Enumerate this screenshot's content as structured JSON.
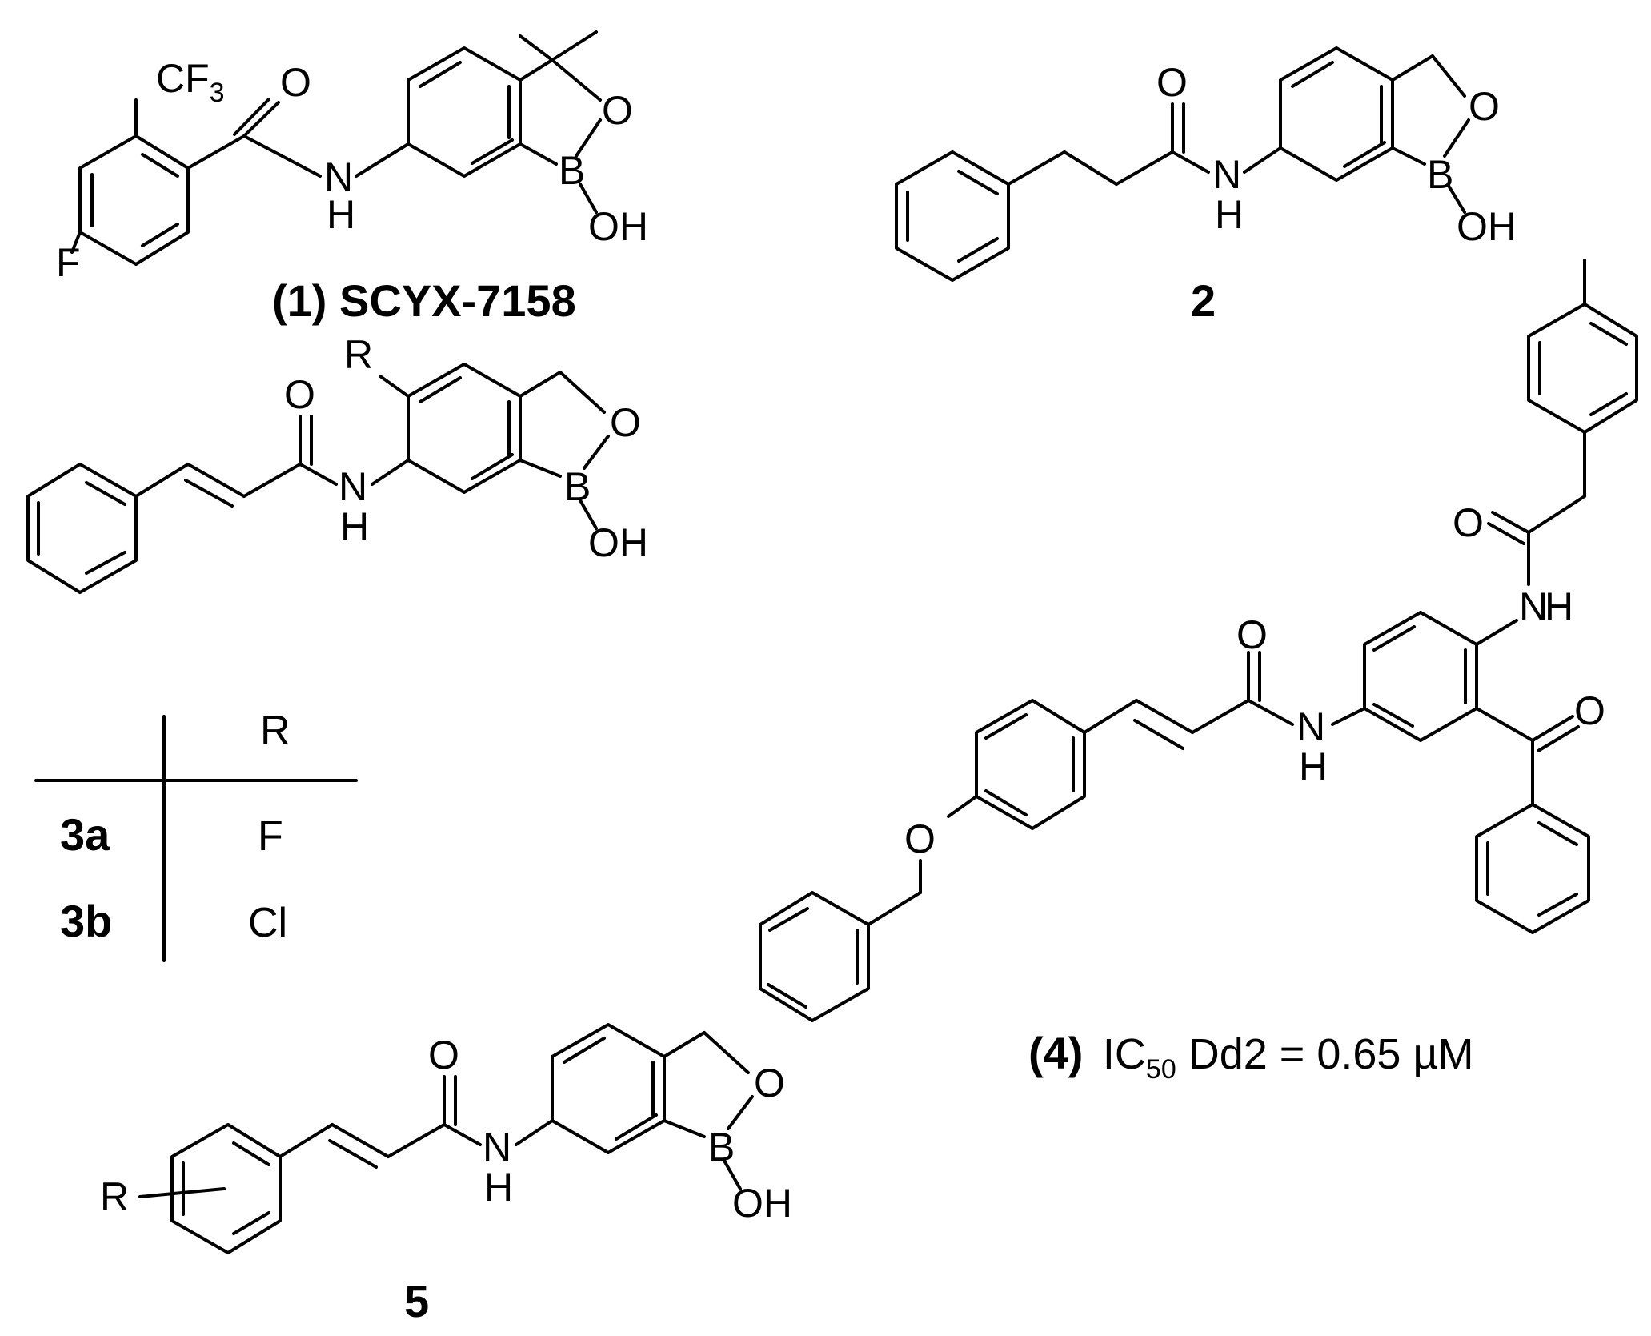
{
  "figure": {
    "compounds": [
      {
        "id": "1",
        "label": "(1) SCYX-7158"
      },
      {
        "id": "2",
        "label": "2"
      },
      {
        "id": "4",
        "label_bold": "(4)",
        "activity_ic": "IC",
        "activity_sub": "50",
        "activity_rest": " Dd2 = 0.65 µM"
      },
      {
        "id": "5",
        "label": "5"
      }
    ],
    "table": {
      "header": "R",
      "rows": [
        {
          "compound": "3a",
          "R": "F"
        },
        {
          "compound": "3b",
          "R": "Cl"
        }
      ]
    },
    "atoms": {
      "O": "O",
      "N": "N",
      "H": "H",
      "B": "B",
      "OH": "OH",
      "F": "F",
      "CF": "CF",
      "three": "3",
      "R": "R"
    }
  }
}
